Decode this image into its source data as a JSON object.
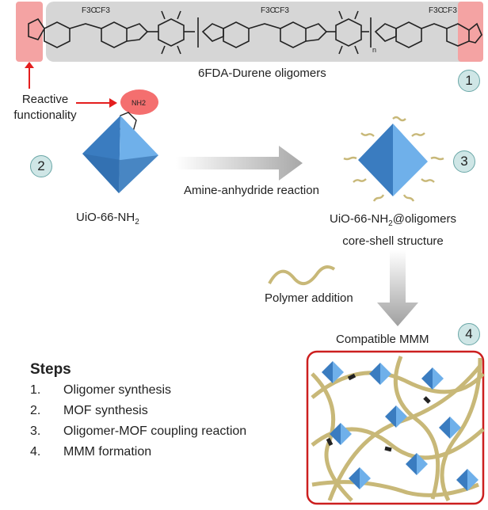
{
  "oligomer_banner": {
    "caption": "6FDA-Durene oligomers",
    "group_cf3_left": "F3C",
    "group_cf3_right": "CF3",
    "subscript_n": "n"
  },
  "annotations": {
    "reactive_line1": "Reactive",
    "reactive_line2": "functionality",
    "nh2": "NH2"
  },
  "mof": {
    "name": "UiO-66-NH",
    "name_sub": "2"
  },
  "reaction": {
    "label": "Amine-anhydride reaction"
  },
  "product": {
    "line1_pre": "UiO-66-NH",
    "line1_sub": "2",
    "line1_post": "@oligomers",
    "line2": "core-shell structure"
  },
  "polymer": {
    "label": "Polymer addition"
  },
  "mmm": {
    "label": "Compatible MMM"
  },
  "badges": [
    "1",
    "2",
    "3",
    "4"
  ],
  "steps": {
    "title": "Steps",
    "items": [
      {
        "num": "1.",
        "text": "Oligomer synthesis"
      },
      {
        "num": "2.",
        "text": "MOF synthesis"
      },
      {
        "num": "3.",
        "text": "Oligomer-MOF coupling reaction"
      },
      {
        "num": "4.",
        "text": "MMM formation"
      }
    ]
  },
  "colors": {
    "banner_gray": "#d9d9d9",
    "reactive_red": "#e41e1e",
    "anhydride_pink": "#f19c9c",
    "mof_blue": "#4a8fd4",
    "ligand_tan": "#c8b878",
    "badge_fill": "#cfe6e6"
  }
}
